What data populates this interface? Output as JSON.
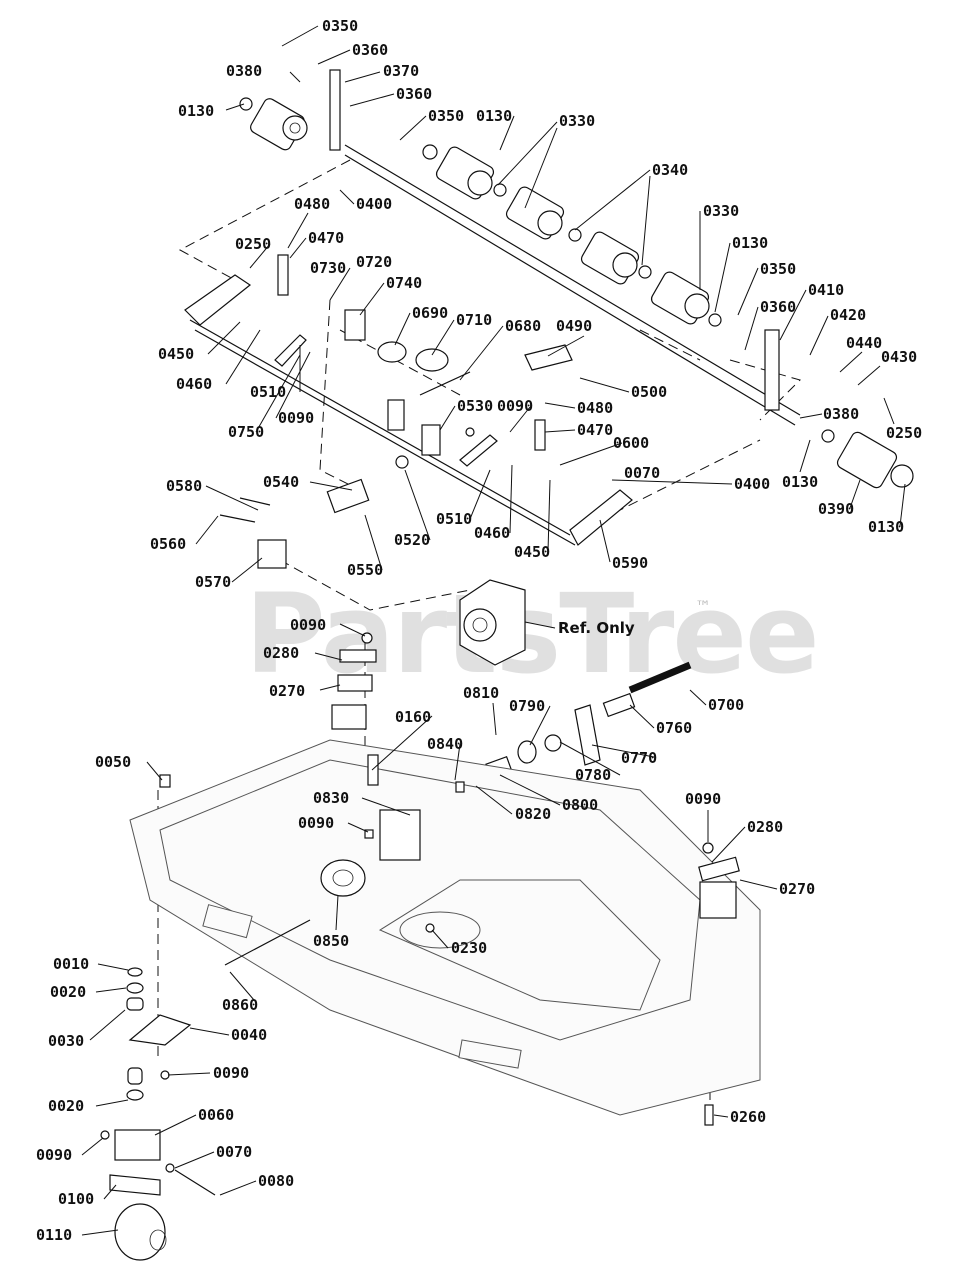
{
  "watermark": {
    "text": "PartsTree",
    "trademark": "™"
  },
  "ref_note": "Ref. Only",
  "callouts": [
    {
      "id": "c1",
      "text": "0350"
    },
    {
      "id": "c2",
      "text": "0360"
    },
    {
      "id": "c3",
      "text": "0380"
    },
    {
      "id": "c4",
      "text": "0370"
    },
    {
      "id": "c5",
      "text": "0360"
    },
    {
      "id": "c6",
      "text": "0130"
    },
    {
      "id": "c7",
      "text": "0350"
    },
    {
      "id": "c8",
      "text": "0130"
    },
    {
      "id": "c9",
      "text": "0330"
    },
    {
      "id": "c10",
      "text": "0340"
    },
    {
      "id": "c11",
      "text": "0400"
    },
    {
      "id": "c12",
      "text": "0480"
    },
    {
      "id": "c13",
      "text": "0470"
    },
    {
      "id": "c14",
      "text": "0250"
    },
    {
      "id": "c15",
      "text": "0730"
    },
    {
      "id": "c16",
      "text": "0720"
    },
    {
      "id": "c17",
      "text": "0740"
    },
    {
      "id": "c18",
      "text": "0330"
    },
    {
      "id": "c19",
      "text": "0130"
    },
    {
      "id": "c20",
      "text": "0350"
    },
    {
      "id": "c21",
      "text": "0410"
    },
    {
      "id": "c22",
      "text": "0360"
    },
    {
      "id": "c23",
      "text": "0420"
    },
    {
      "id": "c24",
      "text": "0690"
    },
    {
      "id": "c25",
      "text": "0710"
    },
    {
      "id": "c26",
      "text": "0680"
    },
    {
      "id": "c27",
      "text": "0490"
    },
    {
      "id": "c28",
      "text": "0440"
    },
    {
      "id": "c29",
      "text": "0430"
    },
    {
      "id": "c30",
      "text": "0450"
    },
    {
      "id": "c31",
      "text": "0460"
    },
    {
      "id": "c32",
      "text": "0510"
    },
    {
      "id": "c33",
      "text": "0500"
    },
    {
      "id": "c34",
      "text": "0090"
    },
    {
      "id": "c35",
      "text": "0480"
    },
    {
      "id": "c36",
      "text": "0530"
    },
    {
      "id": "c37",
      "text": "0380"
    },
    {
      "id": "c38",
      "text": "0250"
    },
    {
      "id": "c39",
      "text": "0750"
    },
    {
      "id": "c40",
      "text": "0090"
    },
    {
      "id": "c41",
      "text": "0470"
    },
    {
      "id": "c42",
      "text": "0600"
    },
    {
      "id": "c43",
      "text": "0070"
    },
    {
      "id": "c44",
      "text": "0400"
    },
    {
      "id": "c45",
      "text": "0130"
    },
    {
      "id": "c46",
      "text": "0580"
    },
    {
      "id": "c47",
      "text": "0540"
    },
    {
      "id": "c48",
      "text": "0390"
    },
    {
      "id": "c49",
      "text": "0130"
    },
    {
      "id": "c50",
      "text": "0560"
    },
    {
      "id": "c51",
      "text": "0510"
    },
    {
      "id": "c52",
      "text": "0520"
    },
    {
      "id": "c53",
      "text": "0460"
    },
    {
      "id": "c54",
      "text": "0450"
    },
    {
      "id": "c55",
      "text": "0590"
    },
    {
      "id": "c56",
      "text": "0570"
    },
    {
      "id": "c57",
      "text": "0550"
    },
    {
      "id": "c58",
      "text": "0090"
    },
    {
      "id": "c59",
      "text": "0280"
    },
    {
      "id": "c60",
      "text": "0270"
    },
    {
      "id": "c61",
      "text": "0810"
    },
    {
      "id": "c62",
      "text": "0790"
    },
    {
      "id": "c63",
      "text": "0700"
    },
    {
      "id": "c64",
      "text": "0160"
    },
    {
      "id": "c65",
      "text": "0760"
    },
    {
      "id": "c66",
      "text": "0050"
    },
    {
      "id": "c67",
      "text": "0840"
    },
    {
      "id": "c68",
      "text": "0780"
    },
    {
      "id": "c69",
      "text": "0770"
    },
    {
      "id": "c70",
      "text": "0830"
    },
    {
      "id": "c71",
      "text": "0800"
    },
    {
      "id": "c72",
      "text": "0820"
    },
    {
      "id": "c73",
      "text": "0090"
    },
    {
      "id": "c74",
      "text": "0090"
    },
    {
      "id": "c75",
      "text": "0280"
    },
    {
      "id": "c76",
      "text": "0270"
    },
    {
      "id": "c77",
      "text": "0850"
    },
    {
      "id": "c78",
      "text": "0230"
    },
    {
      "id": "c79",
      "text": "0010"
    },
    {
      "id": "c80",
      "text": "0020"
    },
    {
      "id": "c81",
      "text": "0860"
    },
    {
      "id": "c82",
      "text": "0030"
    },
    {
      "id": "c83",
      "text": "0040"
    },
    {
      "id": "c84",
      "text": "0090"
    },
    {
      "id": "c85",
      "text": "0020"
    },
    {
      "id": "c86",
      "text": "0060"
    },
    {
      "id": "c87",
      "text": "0260"
    },
    {
      "id": "c88",
      "text": "0090"
    },
    {
      "id": "c89",
      "text": "0070"
    },
    {
      "id": "c90",
      "text": "0080"
    },
    {
      "id": "c91",
      "text": "0100"
    },
    {
      "id": "c92",
      "text": "0110"
    }
  ]
}
